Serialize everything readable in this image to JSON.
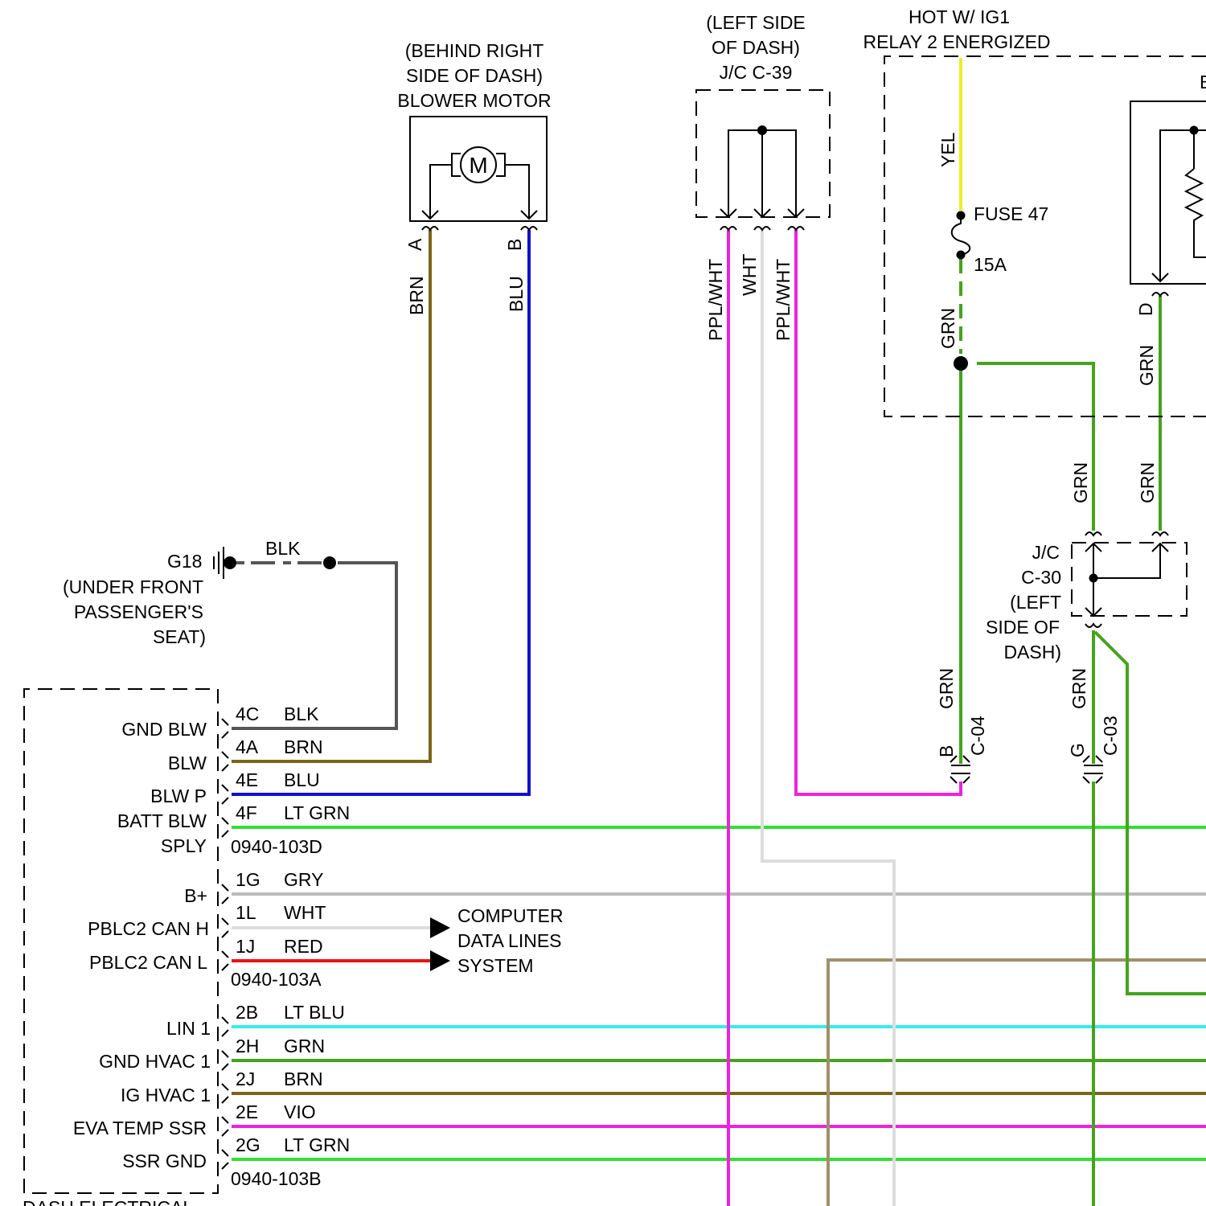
{
  "colors": {
    "BLK": "#555555",
    "BRN": "#7a6516",
    "BLU": "#1111cc",
    "LT GRN": "#33e033",
    "GRY": "#bbbbbb",
    "WHT": "#dddddd",
    "RED": "#ee1111",
    "LT BLU": "#33eeee",
    "GRN": "#44a41b",
    "VIO": "#ee22dd",
    "PPL/WHT": "#ee22dd",
    "YEL": "#eeee22",
    "TAN": "#a0906a"
  },
  "blower": {
    "location": [
      "(BEHIND RIGHT",
      "SIDE OF DASH)"
    ],
    "name": "BLOWER MOTOR",
    "motor_symbol": "M",
    "pin_a": "A",
    "pin_b": "B",
    "wire_a": "BRN",
    "wire_b": "BLU"
  },
  "jc39": {
    "location": [
      "(LEFT SIDE",
      "OF DASH)"
    ],
    "name": "J/C C-39",
    "wires": [
      "PPL/WHT",
      "WHT",
      "PPL/WHT"
    ]
  },
  "relay": {
    "title": [
      "HOT W/ IG1",
      "RELAY 2 ENERGIZED"
    ],
    "wire_top": "YEL",
    "fuse": "FUSE 47",
    "rating": "15A",
    "wire_bottom": "GRN",
    "pin_d": "D",
    "wire_d": "GRN",
    "edge_letter": "B"
  },
  "ground": {
    "id": "G18",
    "wire": "BLK",
    "location": [
      "(UNDER FRONT",
      "PASSENGER'S",
      "SEAT)"
    ]
  },
  "jc30": {
    "lines": [
      "J/C",
      "C-30",
      "(LEFT",
      "SIDE OF",
      "DASH)"
    ],
    "wire_left": "GRN",
    "wire_right": "GRN"
  },
  "c04": {
    "pin": "B",
    "name": "C-04",
    "wire": "GRN"
  },
  "c03": {
    "pin": "G",
    "name": "C-03",
    "wire": "GRN"
  },
  "hvac_module": {
    "footer": "DASH ELECTRICAL",
    "connectors": [
      "0940-103D",
      "0940-103A",
      "0940-103B"
    ],
    "pins": [
      {
        "label": "GND BLW",
        "pin": "4C",
        "wire": "BLK"
      },
      {
        "label": "BLW",
        "pin": "4A",
        "wire": "BRN"
      },
      {
        "label": "BLW P",
        "pin": "4E",
        "wire": "BLU"
      },
      {
        "label": "BATT BLW",
        "pin": "4F",
        "wire": "LT GRN"
      },
      {
        "label": "SPLY",
        "pin": "",
        "wire": ""
      },
      {
        "label": "B+",
        "pin": "1G",
        "wire": "GRY"
      },
      {
        "label": "PBLC2 CAN H",
        "pin": "1L",
        "wire": "WHT"
      },
      {
        "label": "PBLC2 CAN L",
        "pin": "1J",
        "wire": "RED"
      },
      {
        "label": "LIN 1",
        "pin": "2B",
        "wire": "LT BLU"
      },
      {
        "label": "GND HVAC 1",
        "pin": "2H",
        "wire": "GRN"
      },
      {
        "label": "IG HVAC 1",
        "pin": "2J",
        "wire": "BRN"
      },
      {
        "label": "EVA TEMP SSR",
        "pin": "2E",
        "wire": "VIO"
      },
      {
        "label": "SSR GND",
        "pin": "2G",
        "wire": "LT GRN"
      }
    ]
  },
  "data_lines": [
    "COMPUTER",
    "DATA LINES",
    "SYSTEM"
  ]
}
